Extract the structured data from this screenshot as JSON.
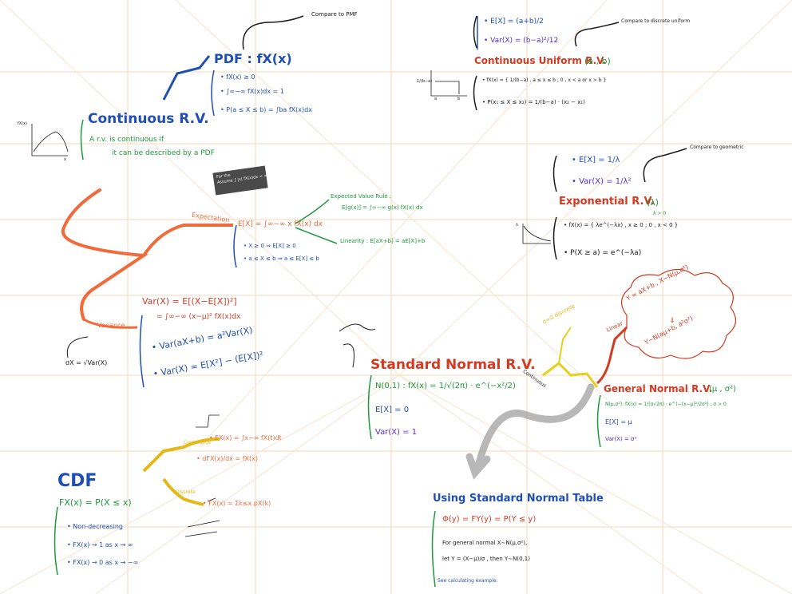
{
  "colors": {
    "blue": "#1f4fb5",
    "green": "#1d9a3d",
    "orange": "#f06a3a",
    "red": "#d23a22",
    "purple": "#5a2bd6",
    "dark": "#1b1b1b",
    "gold": "#e3b91a",
    "yellow": "#e8cf1c",
    "grid": "#f6d9b9"
  },
  "continuous": {
    "title": "Continuous R.V.",
    "desc1": "A r.v. is continuous if",
    "desc2": "it can be described by a PDF",
    "axis_y": "fX(x)",
    "axis_x": "x"
  },
  "pdf": {
    "title": "PDF : fX(x)",
    "note": "Compare to PMF",
    "p1": "• fX(x) ≥ 0",
    "p2": "• ∫∞−∞ fX(x)dx = 1",
    "p3": "• P(a ≤ X ≤ b) = ∫ba fX(x)dx"
  },
  "expectation": {
    "label": "Expectation",
    "def": "E[X] = ∫∞−∞ x fX(x) dx",
    "p1": "• X ≥ 0 ⇒ E[X] ≥ 0",
    "p2": "• a ≤ X ≤ b ⇒ a ≤ E[X] ≤ b",
    "rule_title": "Expected Value Rule :",
    "rule": "E[g(x)] = ∫∞−∞ g(x) fX(x) dx",
    "linearity": "Linearity : E[aX+b] = aE[X]+b",
    "tip1": "For the",
    "tip2": "Assume ∫ |x| fX(x)dx < ∞"
  },
  "variance": {
    "label": "Variance",
    "def1": "Var(X) = E[(X−E[X])²]",
    "def2": "= ∫∞−∞ (x−μ)² fX(x)dx",
    "p1": "• Var(aX+b) = a²Var(X)",
    "p2": "• Var(X) = E[X²] − (E[X])²",
    "sigma": "σX = √Var(X)"
  },
  "uniform": {
    "ex": "• E[X] = (a+b)/2",
    "var": "• Var(X) = (b−a)²/12",
    "note": "Compare to discrete uniform",
    "title": "Continuous Uniform R.V.",
    "params": "(a , b)",
    "pdf": "• fX(x) = { 1/(b−a) , a ≤ x ≤ b ; 0 , x < a or x > b }",
    "prob": "• P(x₁ ≤ X ≤ x₂) = 1/(b−a) · (x₂ − x₁)",
    "graph_y": "1/(b−a)",
    "graph_a": "a",
    "graph_b": "b"
  },
  "exponential": {
    "ex": "• E[X] = 1/λ",
    "var": "• Var(X) = 1/λ²",
    "note": "Compare to geometric",
    "title": "Exponential R.V.",
    "params": "(λ)",
    "cond": "λ > 0",
    "pdf": "• fX(x) = { λe^(−λx) , x ≥ 0 ; 0 , x < 0 }",
    "prob": "• P(X ≥ a) = e^(−λa)",
    "graph_y": "λ"
  },
  "standard": {
    "title": "Standard Normal R.V.",
    "def": "N(0,1) : fX(x) = 1/√(2π) · e^(−x²/2)",
    "ex": "E[X] = 0",
    "var": "Var(X) = 1"
  },
  "general": {
    "title": "General Normal R.V.",
    "params": "(μ , σ²)",
    "def": "N(μ,σ²): fX(x) = 1/(σ√2π) · e^(−(x−μ)²/2σ²) , σ > 0",
    "ex": "E[X] = μ",
    "var": "Var(X) = σ²",
    "linear": "Linear",
    "cloud1": "Y = aX+b , X∼N(μ,σ²)",
    "cloud2": "⇓",
    "cloud3": "Y∼N(aμ+b, a²σ²)",
    "discrete": "σ=0 discrete",
    "continuous": "Continuous"
  },
  "cdf": {
    "title": "CDF",
    "def": "FX(x) = P(X ≤ x)",
    "p1": "• Non-decreasing",
    "p2": "• FX(x) → 1 as x → ∞",
    "p3": "• FX(x) → 0 as x → −∞",
    "cont_label": "Continuous",
    "cont_def": "• FX(x) = ∫x−∞ fX(t)dt",
    "cont_deriv": "• dFX(x)/dx = fX(x)",
    "disc_label": "Discrete",
    "disc_def": "• FX(x) = Σk≤x pX(k)"
  },
  "table": {
    "title": "Using Standard Normal Table",
    "def": "Φ(y) = FY(y) = P(Y ≤ y)",
    "line1": "For general normal X∼N(μ,σ²),",
    "line2": "let Y = (X−μ)/σ , then Y∼N(0,1)",
    "footer": "See calculating example."
  }
}
